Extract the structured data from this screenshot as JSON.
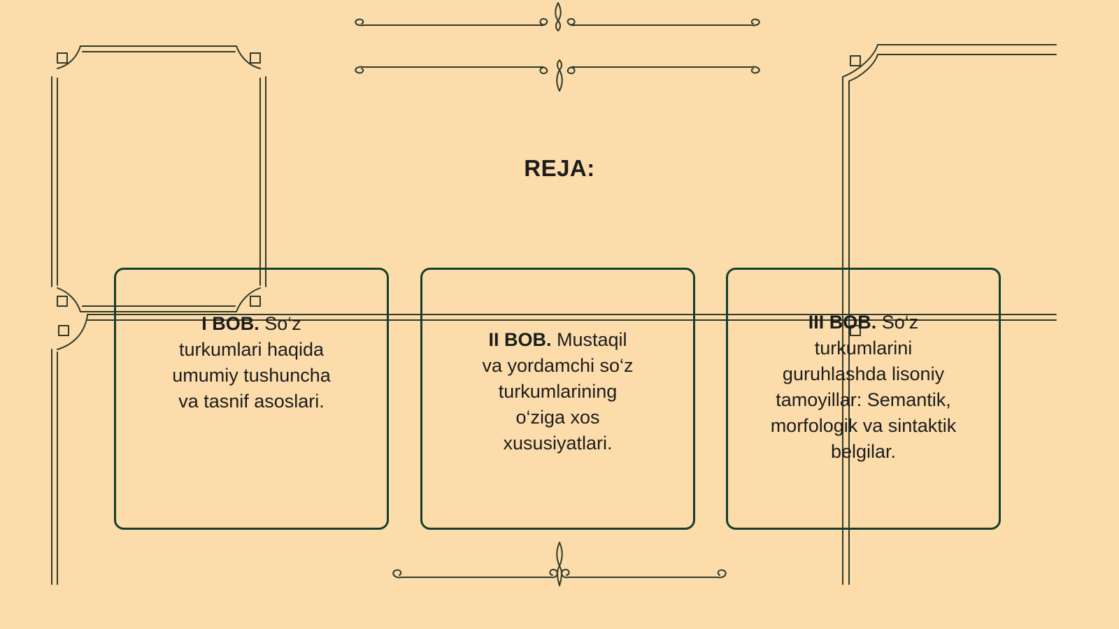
{
  "slide": {
    "title": "REJA:",
    "cards": [
      {
        "heading": "I BOB.",
        "lines": [
          "So‘z",
          "turkumlari haqida",
          "umumiy tushuncha",
          "va tasnif asoslari."
        ]
      },
      {
        "heading": "II BOB.",
        "lines": [
          "Mustaqil",
          "va yordamchi so‘z",
          "turkumlarining",
          "o‘ziga xos",
          "xususiyatlari."
        ]
      },
      {
        "heading": "III BOB.",
        "lines": [
          "So‘z",
          "turkumlarini",
          "guruhlashda lisoniy",
          "tamoyillar: Semantik,",
          "morfologik va sintaktik",
          "belgilar."
        ]
      }
    ],
    "colors": {
      "background": "#fcdcab",
      "card_border": "#123f2e",
      "ornament": "#2e3a2a"
    },
    "ornaments": [
      "ornate-frame",
      "flourish-divider"
    ]
  }
}
